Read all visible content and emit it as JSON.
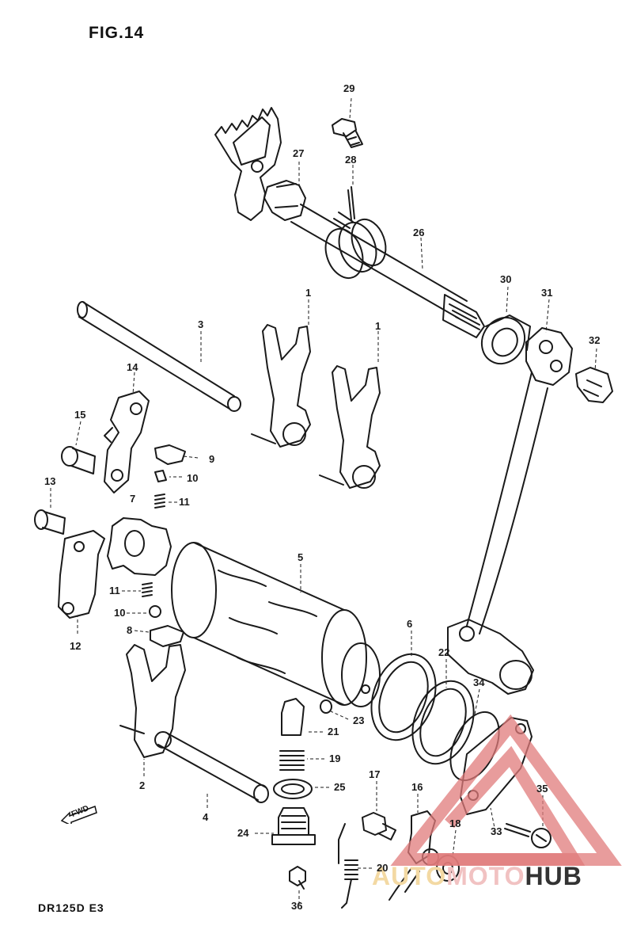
{
  "figure": {
    "title": "FIG.14",
    "model": "DR125D  E3",
    "fwd_label": "FWD"
  },
  "watermark": {
    "part1": "AUTO",
    "part2": "MOTO",
    "part3": "HUB"
  },
  "callouts": [
    {
      "id": "c29",
      "text": "29"
    },
    {
      "id": "c27",
      "text": "27"
    },
    {
      "id": "c28",
      "text": "28"
    },
    {
      "id": "c26",
      "text": "26"
    },
    {
      "id": "c30",
      "text": "30"
    },
    {
      "id": "c31",
      "text": "31"
    },
    {
      "id": "c32",
      "text": "32"
    },
    {
      "id": "c3",
      "text": "3"
    },
    {
      "id": "c1a",
      "text": "1"
    },
    {
      "id": "c1b",
      "text": "1"
    },
    {
      "id": "c14",
      "text": "14"
    },
    {
      "id": "c15",
      "text": "15"
    },
    {
      "id": "c9",
      "text": "9"
    },
    {
      "id": "c10a",
      "text": "10"
    },
    {
      "id": "c7",
      "text": "7"
    },
    {
      "id": "c11a",
      "text": "11"
    },
    {
      "id": "c13",
      "text": "13"
    },
    {
      "id": "c5",
      "text": "5"
    },
    {
      "id": "c11b",
      "text": "11"
    },
    {
      "id": "c10b",
      "text": "10"
    },
    {
      "id": "c8",
      "text": "8"
    },
    {
      "id": "c12",
      "text": "12"
    },
    {
      "id": "c6",
      "text": "6"
    },
    {
      "id": "c22",
      "text": "22"
    },
    {
      "id": "c34",
      "text": "34"
    },
    {
      "id": "c21",
      "text": "21"
    },
    {
      "id": "c23",
      "text": "23"
    },
    {
      "id": "c19",
      "text": "19"
    },
    {
      "id": "c2",
      "text": "2"
    },
    {
      "id": "c25",
      "text": "25"
    },
    {
      "id": "c4",
      "text": "4"
    },
    {
      "id": "c17",
      "text": "17"
    },
    {
      "id": "c16",
      "text": "16"
    },
    {
      "id": "c35",
      "text": "35"
    },
    {
      "id": "c24",
      "text": "24"
    },
    {
      "id": "c18",
      "text": "18"
    },
    {
      "id": "c33",
      "text": "33"
    },
    {
      "id": "c20",
      "text": "20"
    },
    {
      "id": "c36",
      "text": "36"
    }
  ],
  "colors": {
    "ink": "#1a1a1a",
    "watermark_red": "#e07b7b",
    "watermark_gold": "#f3d9a3"
  }
}
